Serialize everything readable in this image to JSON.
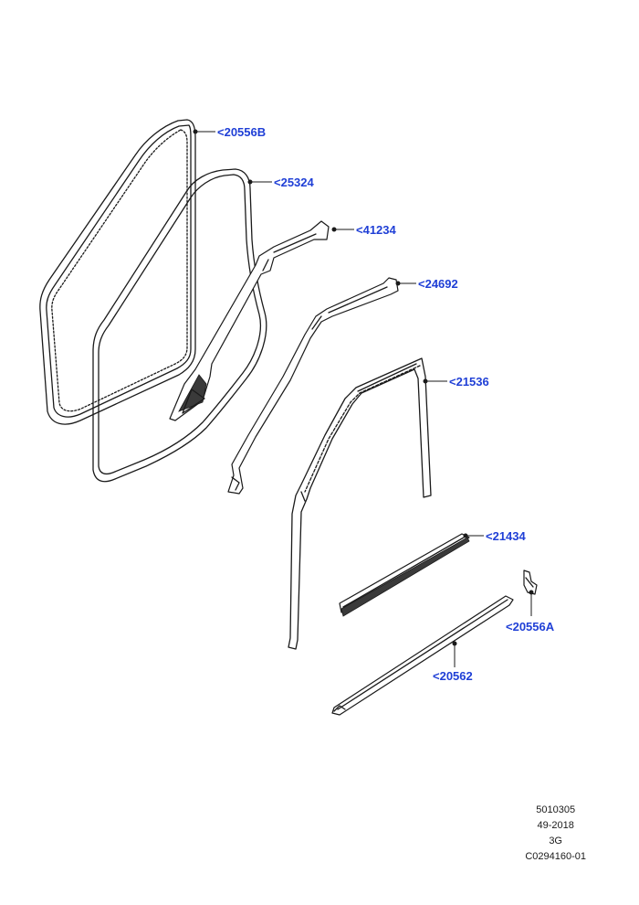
{
  "callouts": {
    "c20556B": "<20556B",
    "c25324": "<25324",
    "c41234": "<41234",
    "c24692": "<24692",
    "c21536": "<21536",
    "c21434": "<21434",
    "c20556A": "<20556A",
    "c20562": "<20562"
  },
  "reference": {
    "line1": "5010305",
    "line2": "49-2018",
    "line3": "3G",
    "line4": "C0294160-01"
  },
  "colors": {
    "callout": "#1f3fd6",
    "line": "#1a1a1a"
  }
}
